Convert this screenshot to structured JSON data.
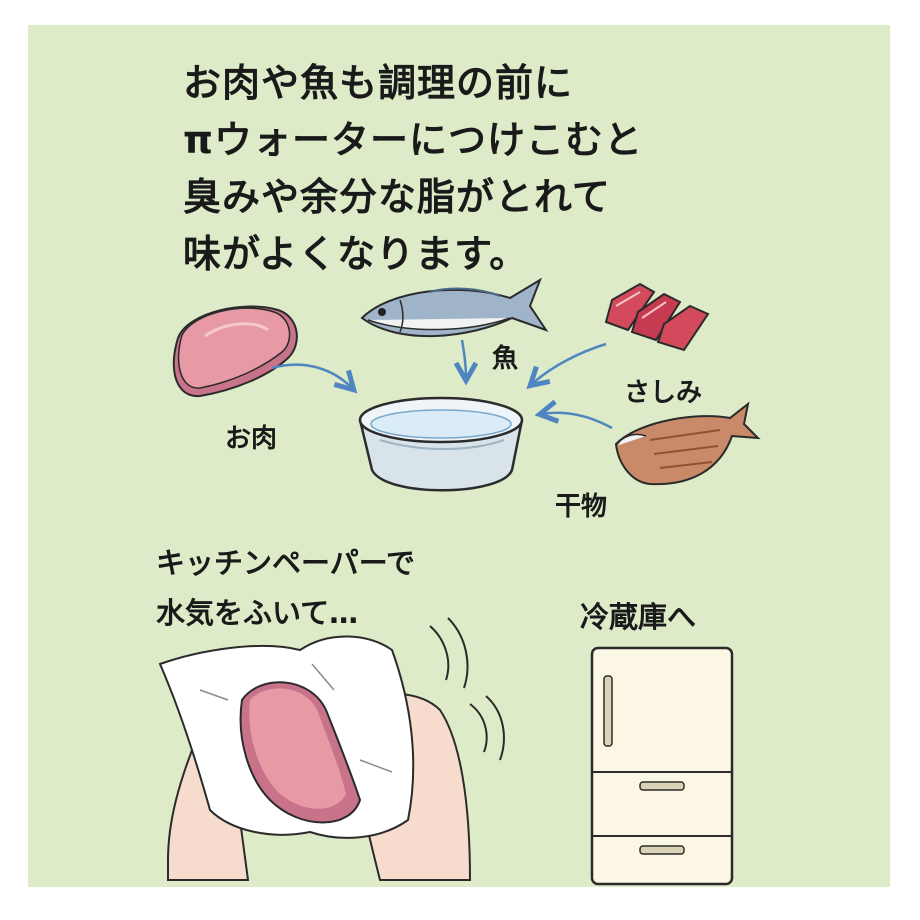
{
  "headline": {
    "lines": [
      "お肉や魚も調理の前に",
      "πウォーターにつけこむと",
      "臭みや余分な脂がとれて",
      "味がよくなります。"
    ]
  },
  "labels": {
    "meat": "お肉",
    "fish": "魚",
    "sashimi": "さしみ",
    "dried_fish": "干物"
  },
  "steps": {
    "wipe_line1": "キッチンペーパーで",
    "wipe_line2": "水気をふいて…",
    "fridge": "冷蔵庫へ"
  },
  "colors": {
    "background": "#ddebc8",
    "meat": "#e79aa6",
    "arrow": "#4f86c2",
    "water": "#d9ecf8",
    "fridge": "#fbf7e4"
  },
  "icons": [
    "meat-icon",
    "fish-icon",
    "sashimi-icon",
    "dried-fish-icon",
    "bowl-icon",
    "paper-towel-icon",
    "hand-icon",
    "fridge-icon",
    "arrow-icon"
  ]
}
